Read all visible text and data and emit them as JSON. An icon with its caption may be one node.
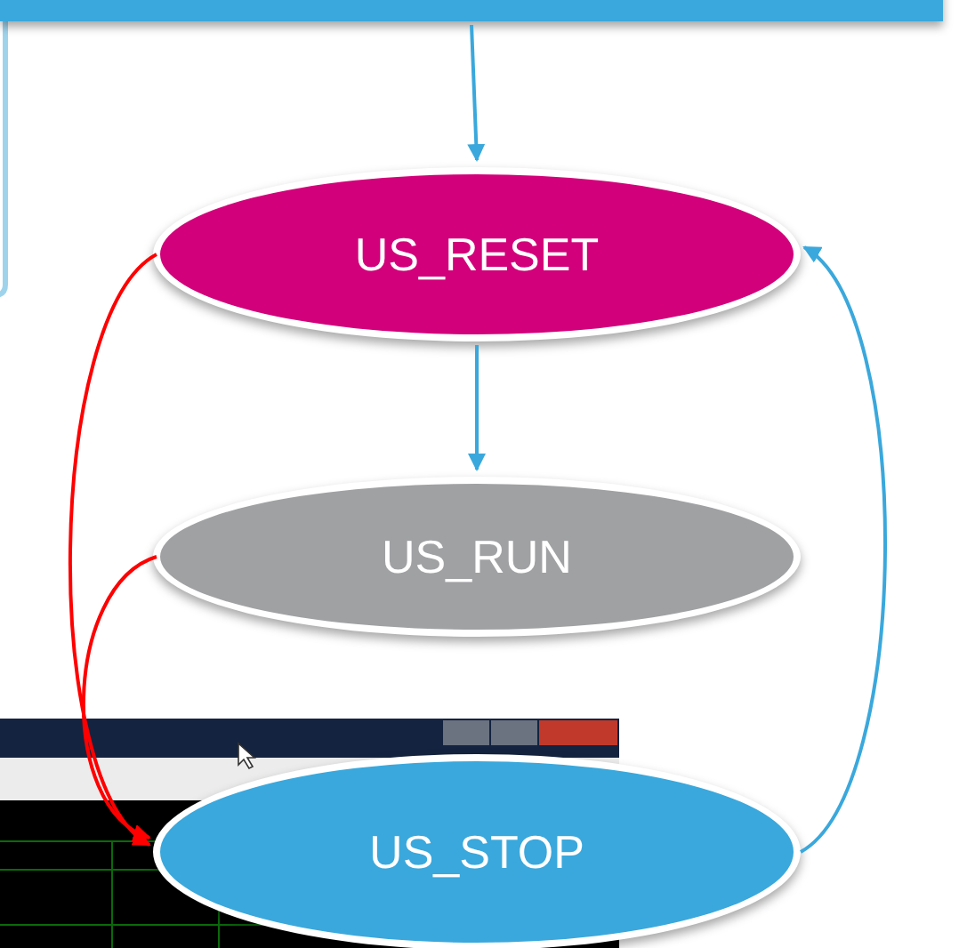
{
  "diagram": {
    "nodes": [
      {
        "text": [],
        "shape": "bar"
      },
      {
        "text": [
          "US_RESET"
        ]
      },
      {
        "text": [
          "US_RUN"
        ]
      },
      {
        "text": [
          "US_STOP"
        ]
      }
    ],
    "edges": [
      {
        "from": 0,
        "to": 1,
        "arrow": "to"
      },
      {
        "from": 1,
        "to": 2,
        "arrow": "to"
      },
      {
        "from": 1,
        "to": 3,
        "arrow": "to",
        "color": "#ff0000"
      },
      {
        "from": 2,
        "to": 3,
        "arrow": "to",
        "color": "#ff0000"
      },
      {
        "from": 3,
        "to": 1,
        "arrow": "to"
      }
    ]
  }
}
